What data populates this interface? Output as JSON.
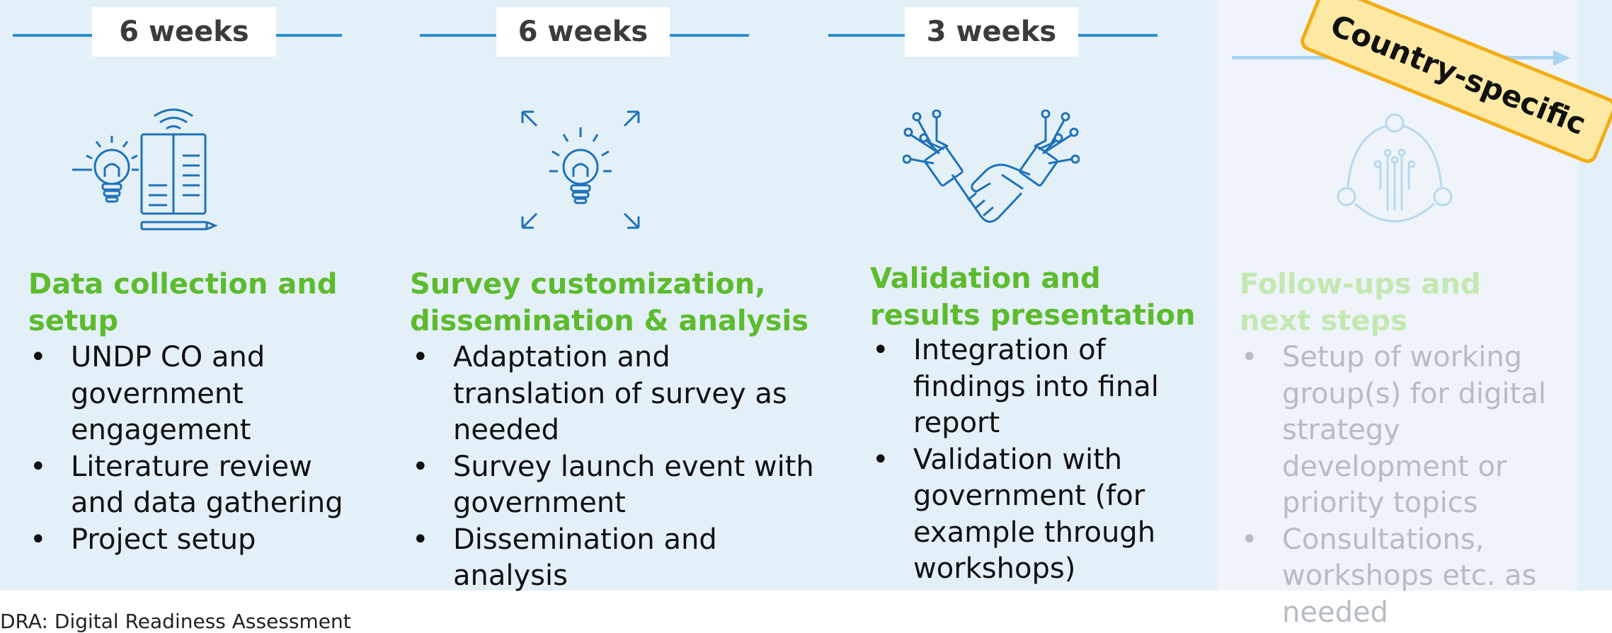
{
  "steps": [
    {
      "duration": "6 weeks",
      "icon": "lightbulb-book-icon",
      "title_lines": [
        "Data collection and",
        "setup"
      ],
      "bullets": [
        "UNDP CO and government engagement",
        "Literature review and data gathering",
        "Project setup"
      ]
    },
    {
      "duration": "6 weeks",
      "icon": "lightbulb-expand-icon",
      "title_lines": [
        "Survey customization,",
        "dissemination & analysis"
      ],
      "bullets": [
        "Adaptation and translation of survey as needed",
        "Survey launch event with government",
        "Dissemination and analysis"
      ]
    },
    {
      "duration": "3 weeks",
      "icon": "digital-handshake-icon",
      "title_lines": [
        "Validation and",
        "results presentation"
      ],
      "bullets": [
        "Integration of findings into final report",
        "Validation with government (for example through workshops)"
      ]
    },
    {
      "icon": "network-circuit-icon",
      "title_lines": [
        "Follow-ups and",
        "next steps"
      ],
      "bullets": [
        "Setup of working group(s) for digital strategy development or priority topics",
        "Consultations, workshops etc. as needed"
      ]
    }
  ],
  "tag": "Country-specific",
  "footnote": "DRA: Digital Readiness Assessment",
  "colors": {
    "accent_green": "#5dbb2e",
    "accent_blue": "#2b8fd2",
    "tag_fill": "#fde9a4",
    "tag_border": "#f4ac14",
    "panel_bg": "#e4f0f8"
  }
}
